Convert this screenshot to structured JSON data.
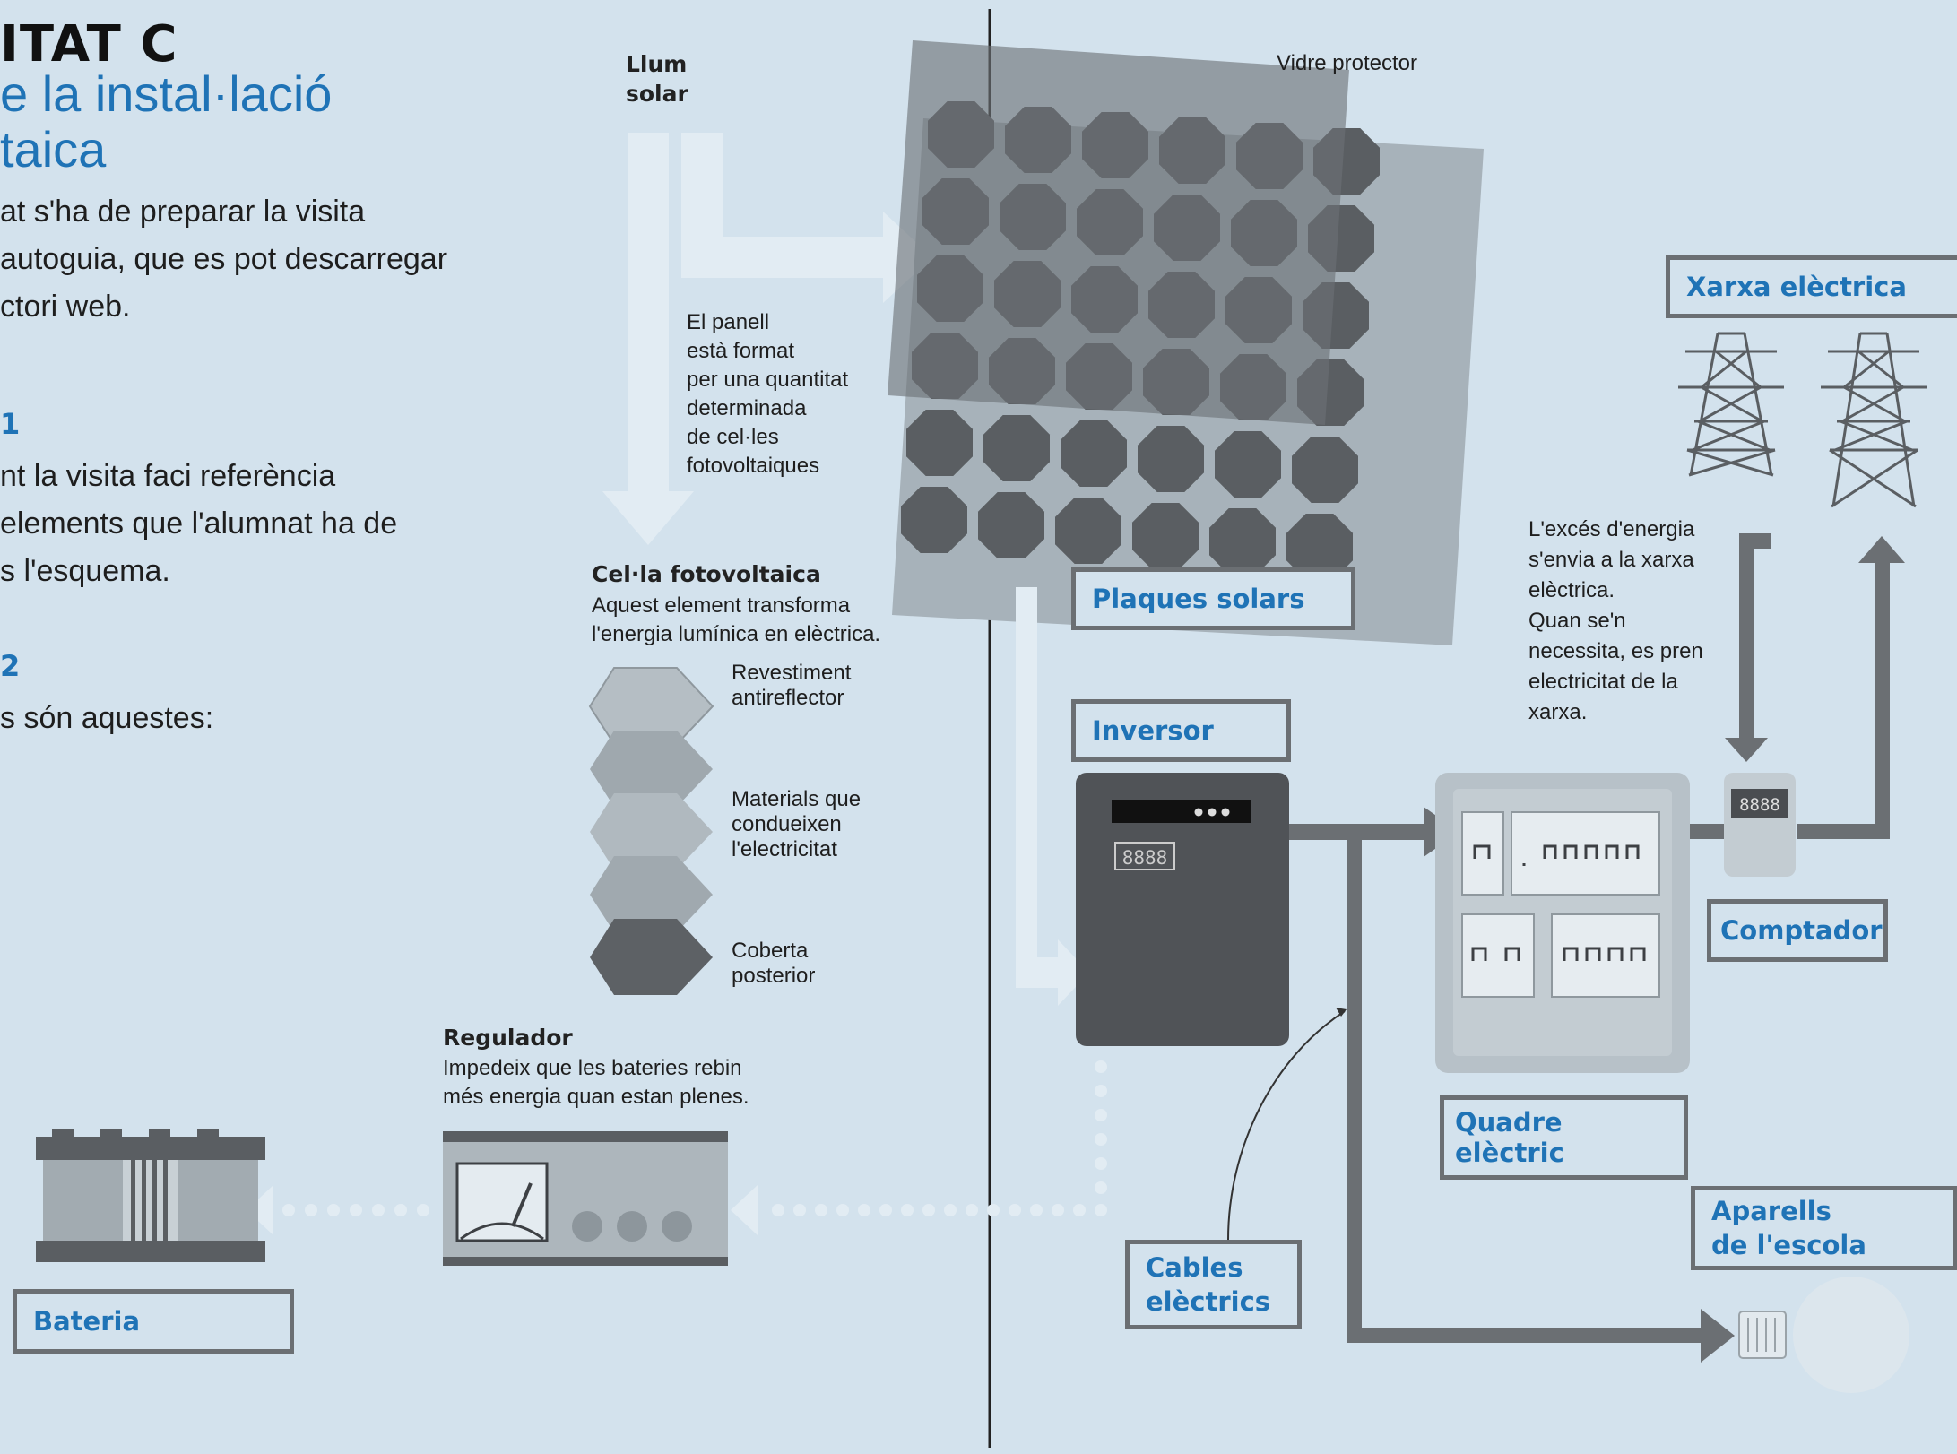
{
  "header": {
    "title": "ITAT C",
    "subtitle_lines": [
      "e la instal·lació",
      "taica"
    ]
  },
  "intro": {
    "lines": [
      "at s'ha de preparar la visita",
      "autoguia, que es pot descarregar",
      "ctori web."
    ]
  },
  "activity1": {
    "label": "1",
    "lines": [
      "nt la visita faci referència",
      "elements que l'alumnat ha de",
      "s l'esquema."
    ]
  },
  "activity2": {
    "label": "2",
    "lines": [
      "s són aquestes:"
    ]
  },
  "diagram": {
    "sunlight": {
      "lines": [
        "Llum",
        "solar"
      ]
    },
    "glass_label": "Vidre protector",
    "panel_note": {
      "lines": [
        "El panell",
        "està format",
        "per una quantitat",
        "determinada",
        "de cel·les",
        "fotovoltaiques"
      ]
    },
    "cell": {
      "title": "Cel·la fotovoltaica",
      "desc_lines": [
        "Aquest element transforma",
        "l'energia lumínica en elèctrica."
      ],
      "layers": [
        {
          "lines": [
            "Revestiment",
            "antireflector"
          ]
        },
        {
          "lines": [
            "Materials que",
            "condueixen",
            "l'electricitat"
          ]
        },
        {
          "lines": [
            "Coberta",
            "posterior"
          ]
        }
      ]
    },
    "regulator": {
      "title": "Regulador",
      "desc_lines": [
        "Impedeix que les bateries rebin",
        "més energia quan estan plenes."
      ]
    },
    "grid_note": {
      "lines": [
        "L'excés d'energia",
        "s'envia a la xarxa",
        "elèctrica.",
        "Quan se'n",
        "necessita, es pren",
        "electricitat de la",
        "xarxa."
      ]
    },
    "labels": {
      "plaques": "Plaques solars",
      "inversor": "Inversor",
      "xarxa": "Xarxa elèctrica",
      "comptador": "Comptador",
      "quadre": "Quadre elèctric",
      "aparells": [
        "Aparells",
        "de l'escola"
      ],
      "cables": [
        "Cables",
        "elèctrics"
      ],
      "bateria": "Bateria"
    },
    "inverter_display": "8888",
    "meter_display": "8888"
  },
  "colors": {
    "background": "#d3e2ed",
    "accent": "#1f73b6",
    "dark": "#5e6165",
    "box_border": "#6b6f73"
  }
}
